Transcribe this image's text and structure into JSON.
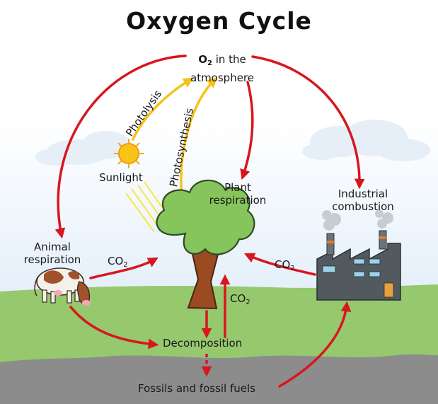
{
  "title": "Oxygen Cycle",
  "labels": {
    "atmosphere_o": "O",
    "atmosphere_sub": "2",
    "atmosphere_line1_rest": " in the",
    "atmosphere_line2": "atmosphere",
    "photolysis": "Photolysis",
    "photosynthesis": "Photosynthesis",
    "sunlight": "Sunlight",
    "plant_respiration_1": "Plant",
    "plant_respiration_2": "respiration",
    "industrial_1": "Industrial",
    "industrial_2": "combustion",
    "animal_1": "Animal",
    "animal_2": "respiration",
    "decomposition": "Decomposition",
    "fossils": "Fossils and fossil fuels",
    "co2_c": "CO",
    "co2_sub": "2"
  },
  "colors": {
    "red_arrow": "#d7161e",
    "yellow_arrow": "#f6c21a",
    "sky": "#eaf3fb",
    "grass": "#96c86e",
    "rock": "#8c8c8c",
    "tree": "#86c45c",
    "trunk": "#9b4a22",
    "factory": "#525a5f"
  }
}
